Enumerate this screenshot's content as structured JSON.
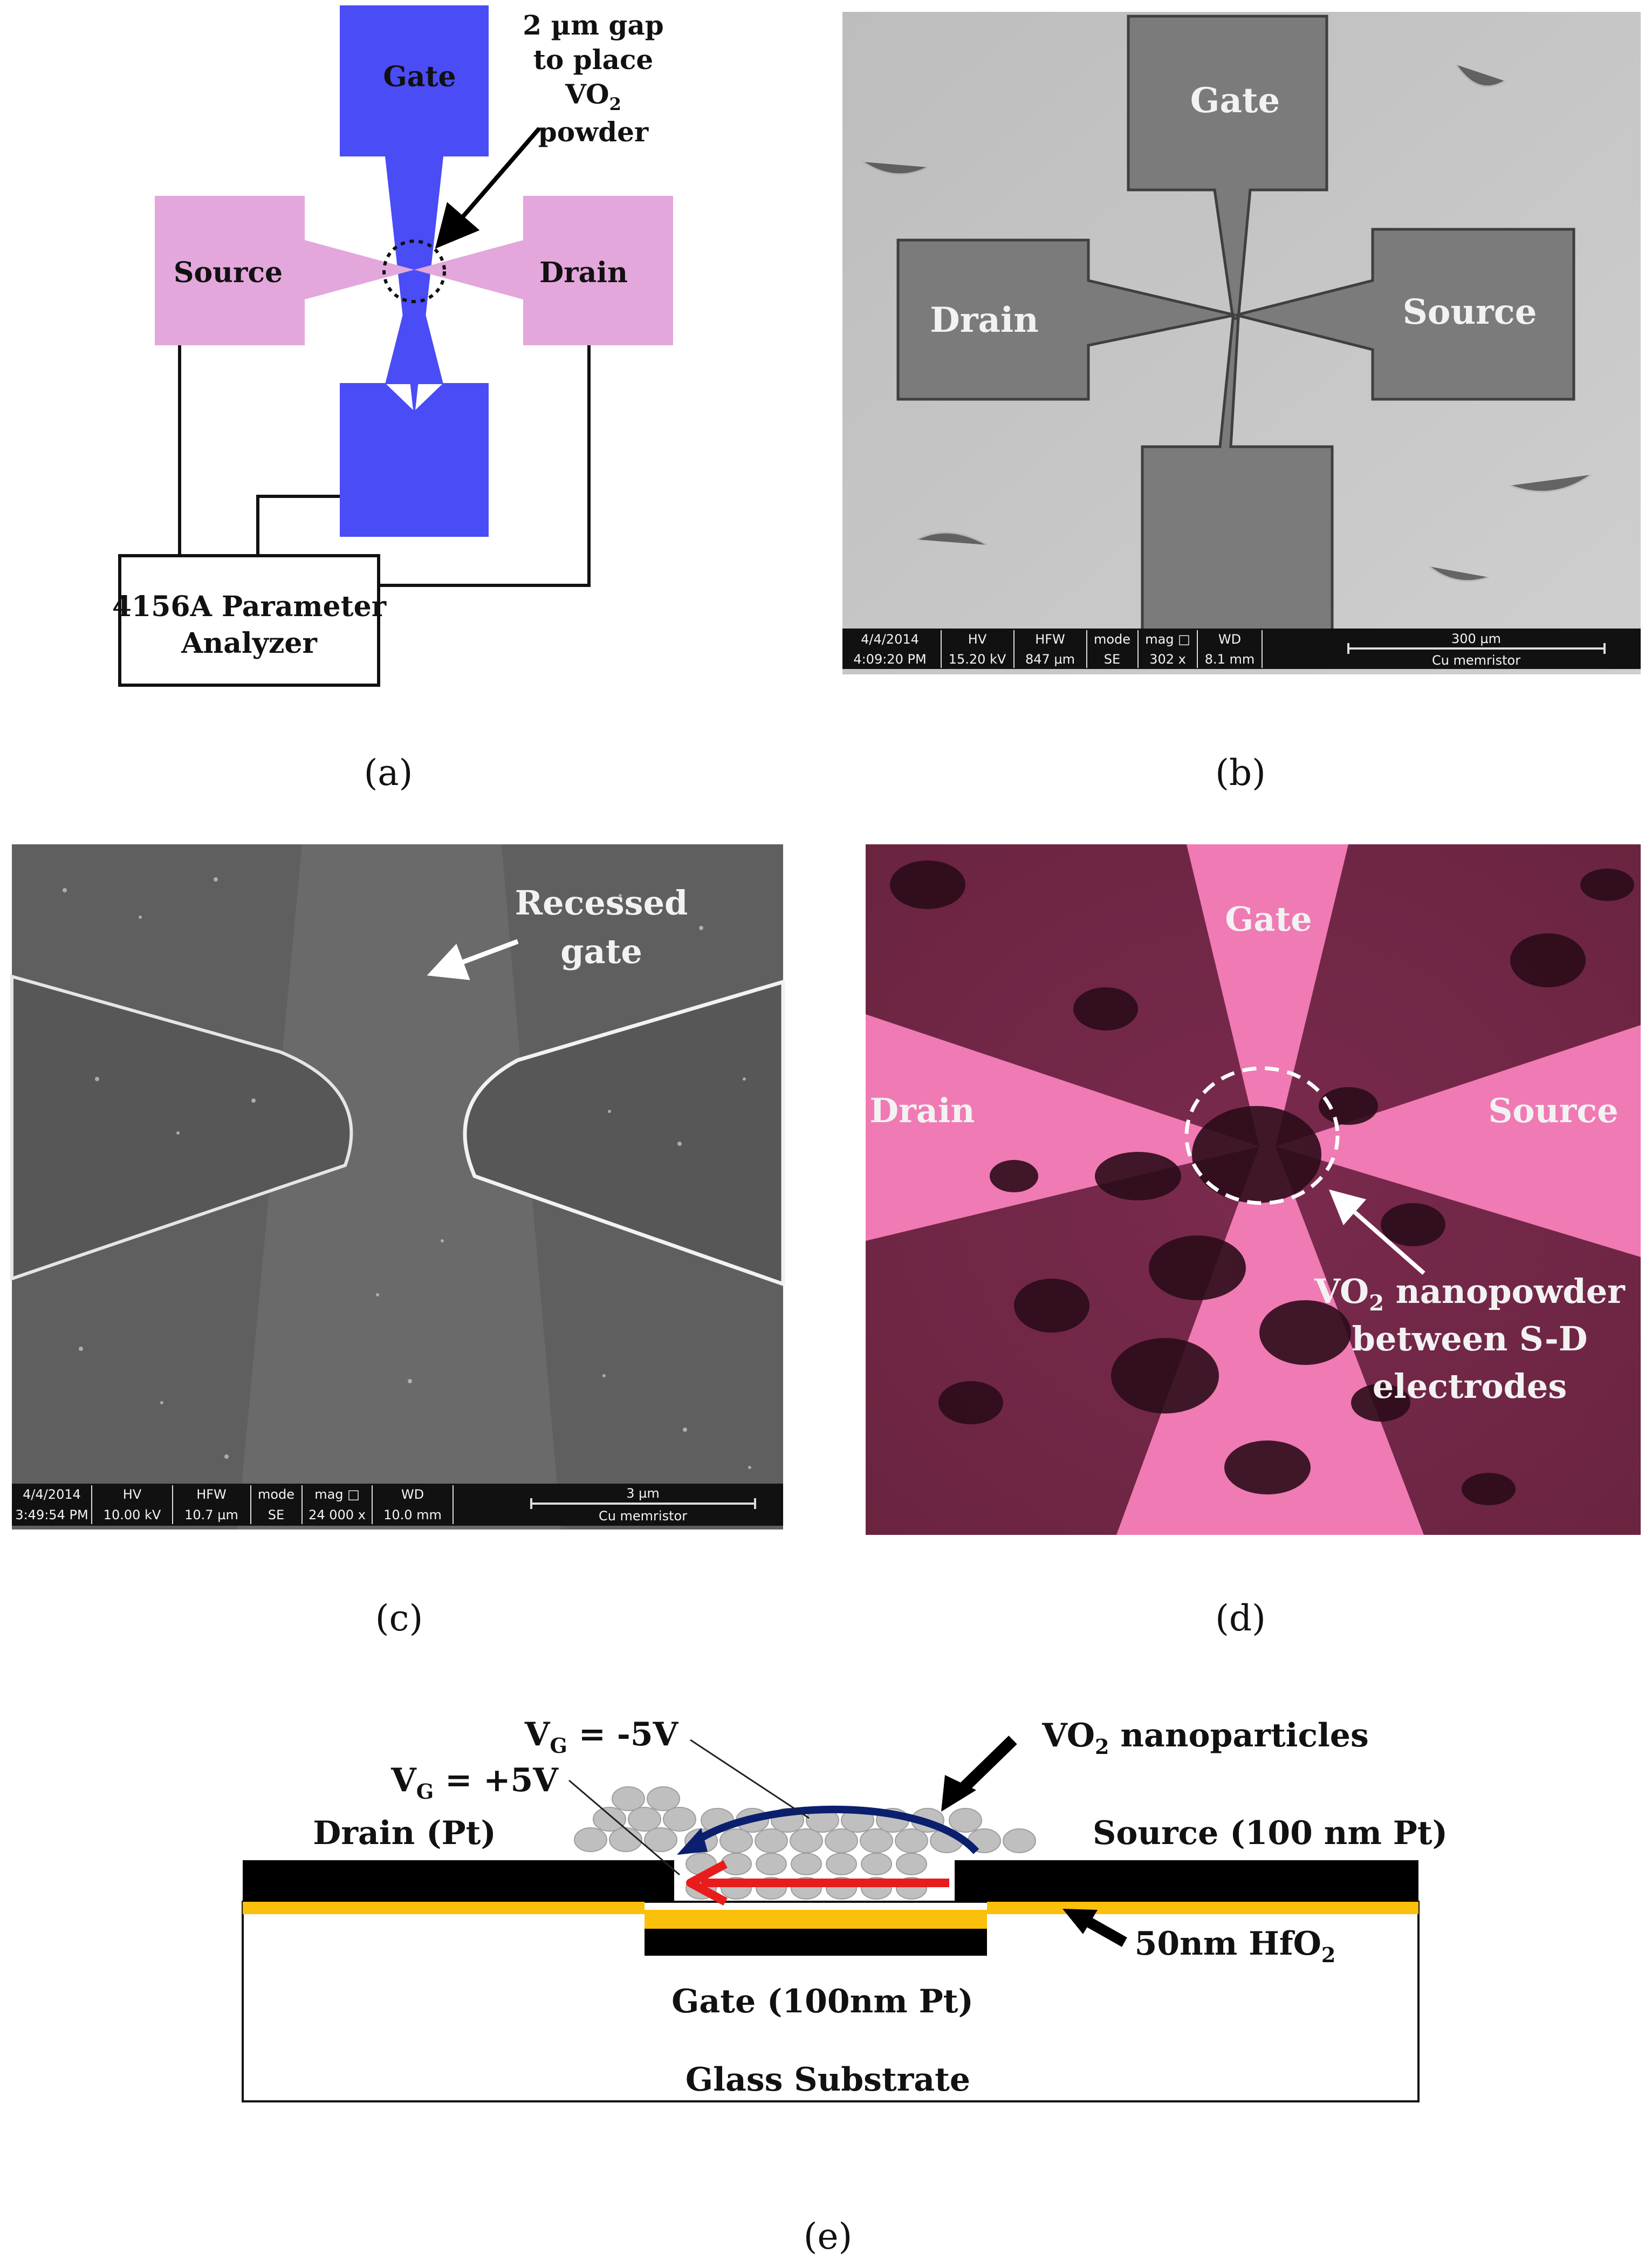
{
  "panel_a": {
    "gate": "Gate",
    "source": "Source",
    "drain": "Drain",
    "gap_note": [
      "2 µm gap",
      "to place",
      "VO",
      "2",
      "powder"
    ],
    "analyzer": [
      "4156A Parameter",
      "Analyzer"
    ]
  },
  "panel_b": {
    "gate": "Gate",
    "drain": "Drain",
    "source": "Source",
    "databar": {
      "date": "4/4/2014",
      "time": "4:09:20 PM",
      "hv_h": "HV",
      "hv": "15.20 kV",
      "hfw_h": "HFW",
      "hfw": "847 µm",
      "mode_h": "mode",
      "mode": "SE",
      "mag_h": "mag □",
      "mag": "302 x",
      "wd_h": "WD",
      "wd": "8.1 mm",
      "scale": "300 µm",
      "sample": "Cu memristor"
    }
  },
  "panel_c": {
    "note": [
      "Recessed",
      "gate"
    ],
    "databar": {
      "date": "4/4/2014",
      "time": "3:49:54 PM",
      "hv_h": "HV",
      "hv": "10.00 kV",
      "hfw_h": "HFW",
      "hfw": "10.7 µm",
      "mode_h": "mode",
      "mode": "SE",
      "mag_h": "mag □",
      "mag": "24 000 x",
      "wd_h": "WD",
      "wd": "10.0 mm",
      "scale": "3 µm",
      "sample": "Cu memristor"
    }
  },
  "panel_d": {
    "gate": "Gate",
    "drain": "Drain",
    "source": "Source",
    "note": [
      "VO",
      "2",
      " nanopowder",
      "between S-D",
      "electrodes"
    ]
  },
  "panel_e": {
    "vg_neg": [
      "V",
      "G",
      " = -5V"
    ],
    "vg_pos": [
      "V",
      "G",
      " = +5V"
    ],
    "nanoparticles": [
      "VO",
      "2",
      " nanoparticles"
    ],
    "drain": "Drain (Pt)",
    "source": "Source (100 nm Pt)",
    "hfo2": [
      "50nm HfO",
      "2"
    ],
    "gate": "Gate (100nm Pt)",
    "substrate": "Glass Substrate"
  },
  "captions": [
    "(a)",
    "(b)",
    "(c)",
    "(d)",
    "(e)"
  ],
  "colors": {
    "gate_blue": "#4a4cf5",
    "source_drain_pink": "#e3a7dc",
    "hfo2_yellow": "#fbc00b",
    "arrow_blue": "#0b1f6e",
    "arrow_red": "#e81c1c",
    "optical_pink": "#f07ab3"
  }
}
